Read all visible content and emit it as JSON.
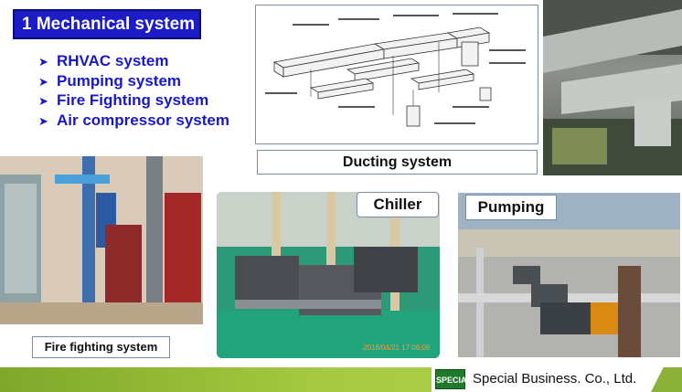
{
  "header": {
    "title": "1 Mechanical system"
  },
  "systems": [
    {
      "label": "RHVAC  system"
    },
    {
      "label": "Pumping system"
    },
    {
      "label": "Fire Fighting system"
    },
    {
      "label": "Air compressor system"
    }
  ],
  "captions": {
    "ducting": "Ducting system",
    "chiller": "Chiller",
    "pumping": "Pumping",
    "fire": "Fire fighting system"
  },
  "photo_timestamp": "2018/04/21 17:06:06",
  "footer": {
    "logo_text": "SPECIAL",
    "company": "Special Business. Co., Ltd."
  },
  "colors": {
    "title_bg": "#1c1cc8",
    "bullet_text": "#1818c8",
    "footer_green": "#a4c83f"
  }
}
